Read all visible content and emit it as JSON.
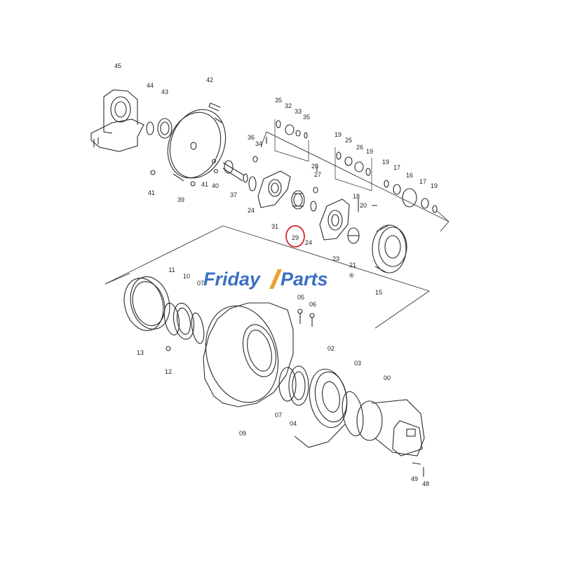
{
  "watermark": {
    "part1": "Friday",
    "part2": "Parts",
    "reg": "®",
    "color_blue": "#3b6fc4",
    "color_orange": "#f0a030"
  },
  "highlight": {
    "part_number": "29",
    "ring_color": "#d8262a"
  },
  "labels": [
    "45",
    "44",
    "43",
    "42",
    "35",
    "32",
    "33",
    "35",
    "36",
    "34",
    "19",
    "25",
    "26",
    "19",
    "28",
    "27",
    "19",
    "17",
    "16",
    "17",
    "19",
    "41",
    "39",
    "41",
    "40",
    "37",
    "24",
    "31",
    "29",
    "24",
    "23",
    "18",
    "20",
    "21",
    "15",
    "11",
    "10",
    "07",
    "13",
    "12",
    "05",
    "06",
    "02",
    "03",
    "00",
    "09",
    "07",
    "04",
    "49",
    "48"
  ]
}
